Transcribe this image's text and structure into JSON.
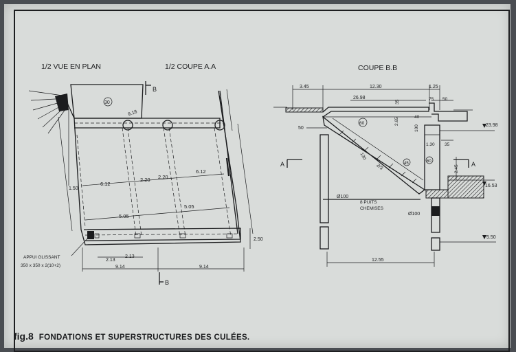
{
  "headings": {
    "plan": "1/2 VUE EN PLAN",
    "section_aa": "1/2 COUPE A.A",
    "section_bb": "COUPE B.B"
  },
  "plan": {
    "section_marker": "B",
    "circle_label": "30",
    "dim_918": "9.18",
    "dim_150": "1.50",
    "dim_612_left": "6.12",
    "dim_220_left": "2.20",
    "dim_220_right": "2.20",
    "dim_612_right": "6.12",
    "dim_505_left": "5.05",
    "dim_505_right": "5.05",
    "dim_213_left": "2.13",
    "dim_213_right": "2.13",
    "dim_914_left": "9.14",
    "dim_914_right": "9.14",
    "dim_250": "2.50",
    "bearing_label": "APPUI GLISSANT",
    "bearing_size": "350 x 350 x 2(10+2)"
  },
  "section": {
    "marker_a": "A",
    "dim_345": "3.45",
    "dim_1230": "12.30",
    "dim_125": "1.25",
    "dim_2698": "26.98",
    "dim_35_top": "35",
    "dim_75": "75",
    "dim_50_top": "50",
    "dim_40": "40",
    "dim_100": "100",
    "dim_265": "2.65",
    "circle_60_top": "60",
    "dim_50_left": "50",
    "level_2398": "23.98",
    "dim_130_right": "1.30",
    "dim_35_right": "35",
    "dim_130_slope": "130",
    "slope_ratio": "2/3",
    "circle_45": "45",
    "circle_60_right": "60",
    "dim_245": "2.45",
    "level_1653": "16.53",
    "pile_dia_left": "Ø100",
    "pile_note_1": "8 PUITS",
    "pile_note_2": "CHEMISES",
    "pile_dia_right": "Ø100",
    "level_550": "5.50",
    "dim_1255": "12.55"
  },
  "caption": {
    "figure_number": "fig.8",
    "title": "FONDATIONS ET SUPERSTRUCTURES DES CULÉES."
  }
}
